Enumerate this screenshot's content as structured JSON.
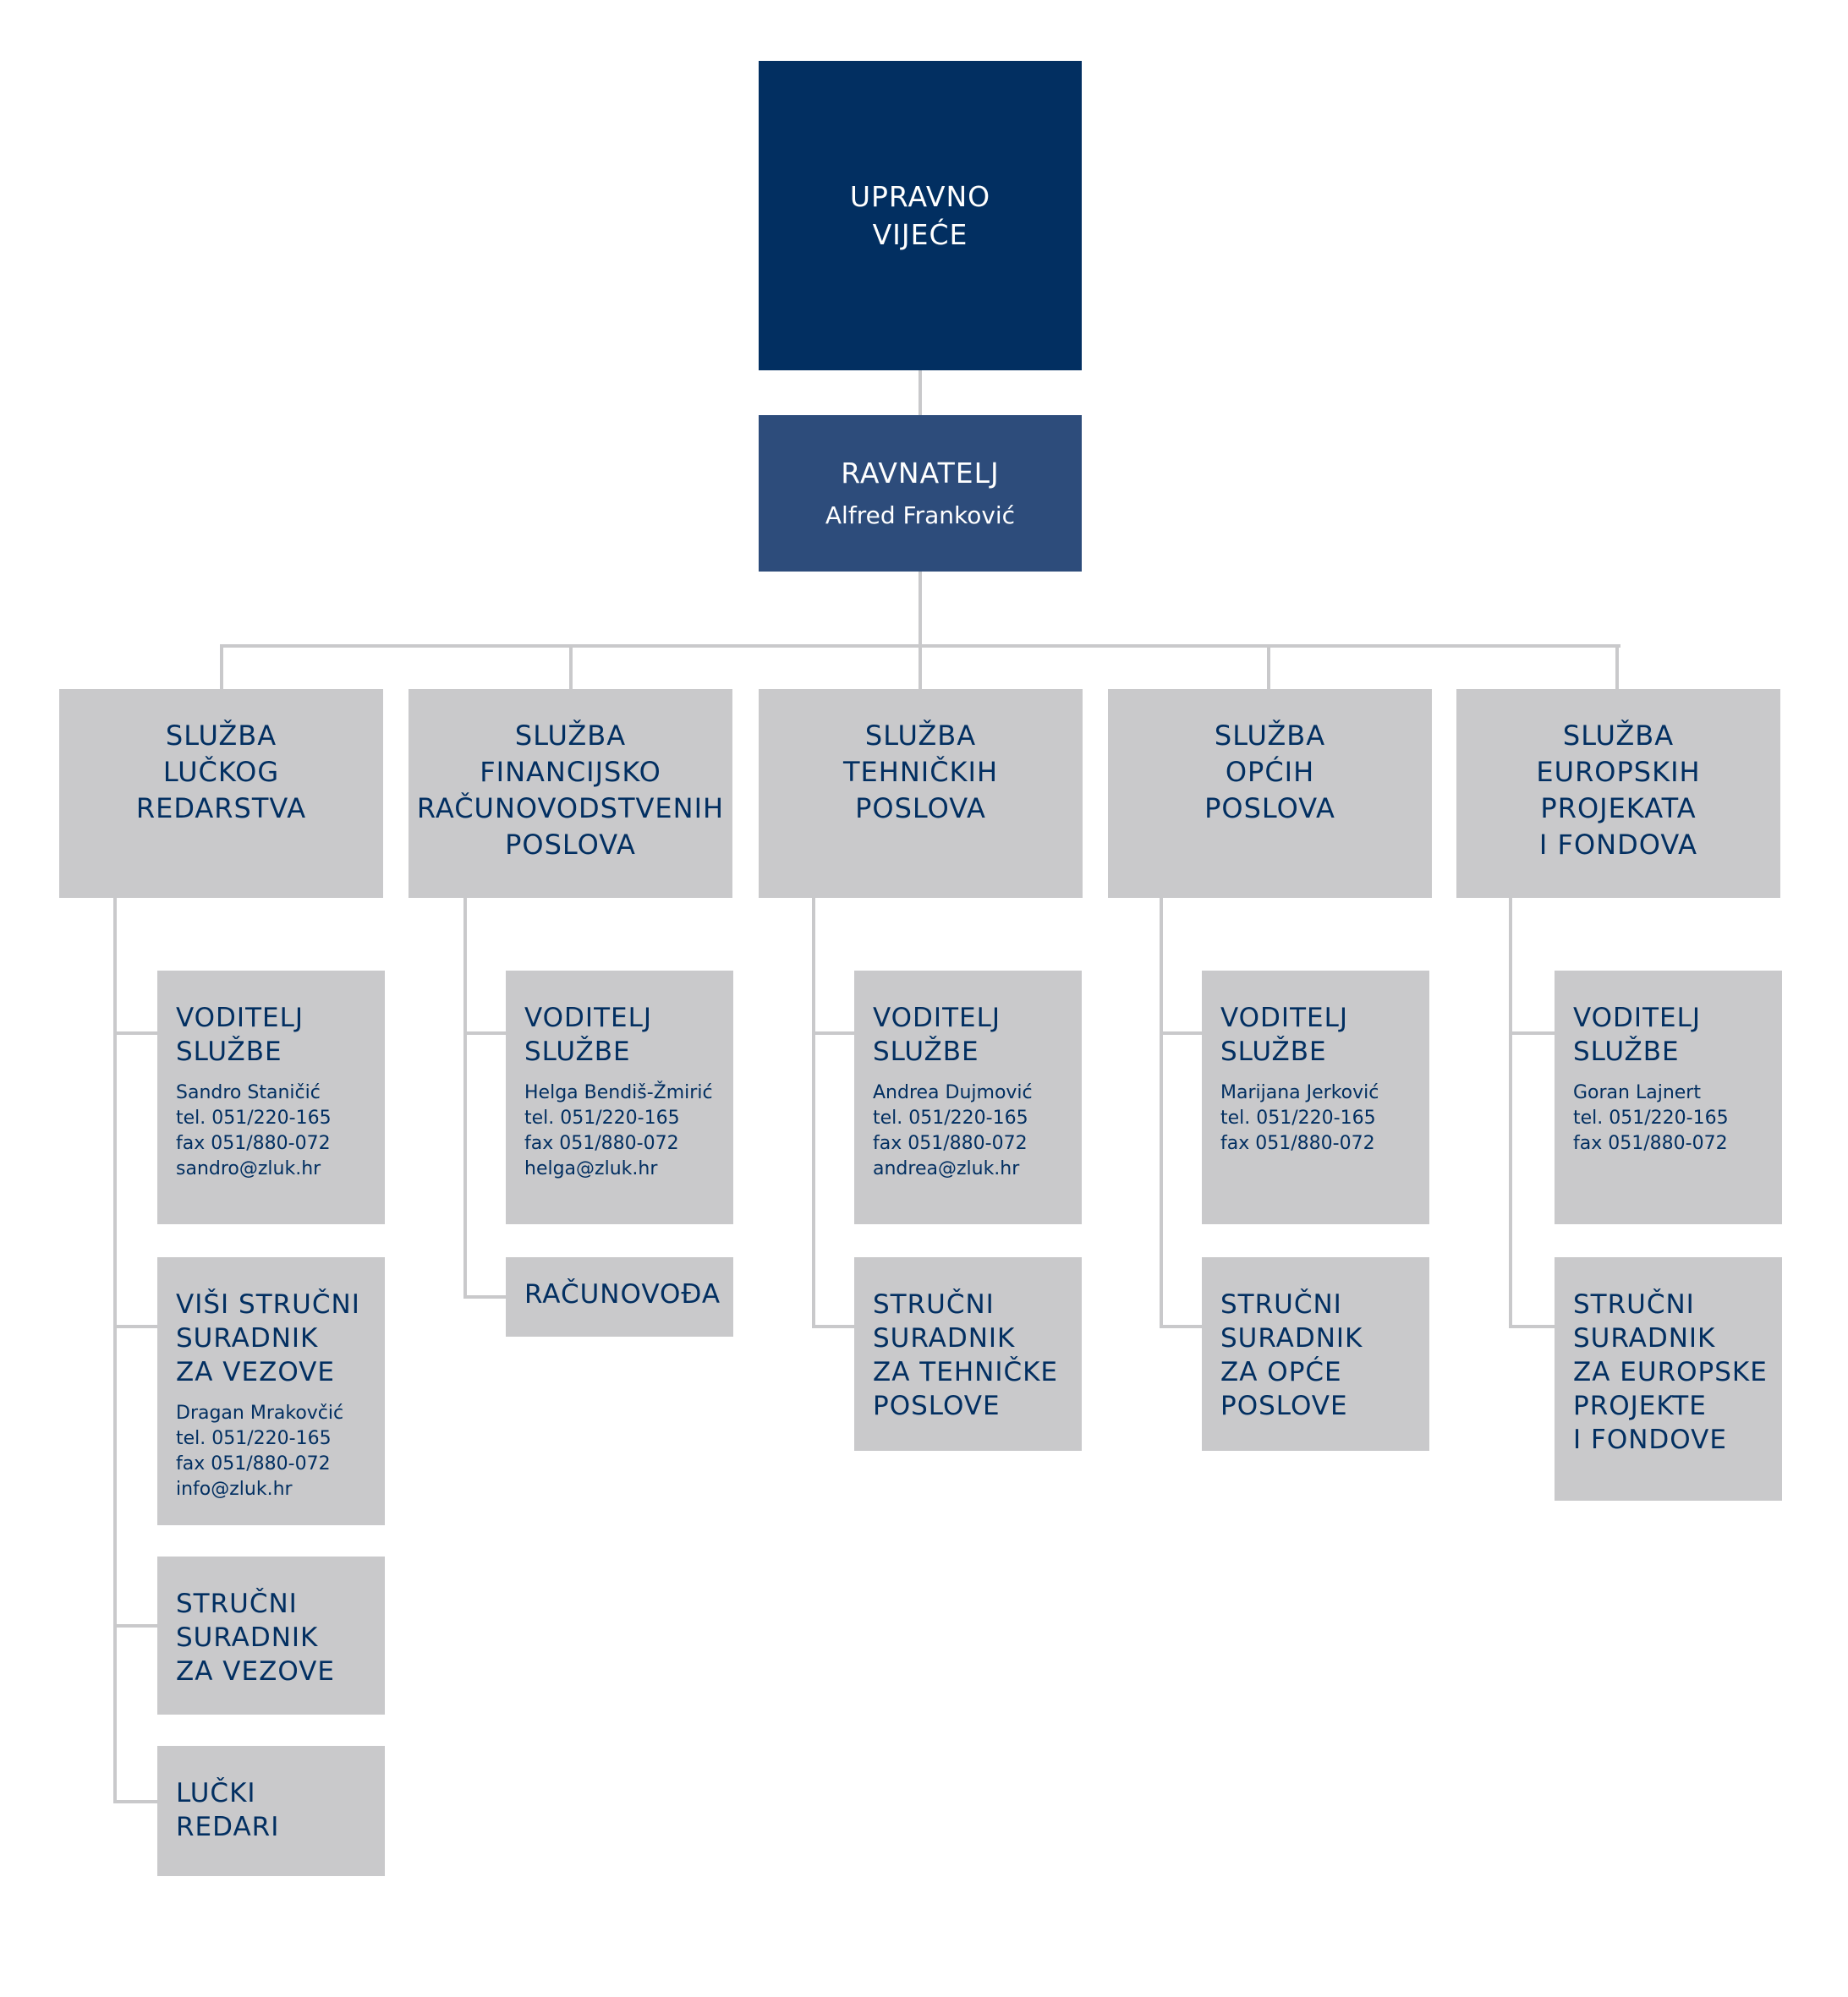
{
  "top": {
    "title": [
      "UPRAVNO",
      "VIJEĆE"
    ]
  },
  "director": {
    "title": "RAVNATELJ",
    "name": "Alfred Franković"
  },
  "departments": [
    {
      "title": [
        "SLUŽBA",
        "LUČKOG",
        "REDARSTVA"
      ],
      "roles": [
        {
          "title": [
            "VODITELJ",
            "SLUŽBE"
          ],
          "info": [
            "Sandro Staničić",
            "tel. 051/220-165",
            "fax 051/880-072",
            "sandro@zluk.hr"
          ]
        },
        {
          "title": [
            "VIŠI STRUČNI",
            "SURADNIK",
            "ZA VEZOVE"
          ],
          "info": [
            "Dragan Mrakovčić",
            "tel. 051/220-165",
            "fax 051/880-072",
            "info@zluk.hr"
          ]
        },
        {
          "title": [
            "STRUČNI",
            "SURADNIK",
            "ZA VEZOVE"
          ],
          "info": []
        },
        {
          "title": [
            "LUČKI",
            "REDARI"
          ],
          "info": []
        }
      ]
    },
    {
      "title": [
        "SLUŽBA",
        "FINANCIJSKO",
        "RAČUNOVODSTVENIH",
        "POSLOVA"
      ],
      "roles": [
        {
          "title": [
            "VODITELJ",
            "SLUŽBE"
          ],
          "info": [
            "Helga Bendiš-Žmirić",
            "tel. 051/220-165",
            "fax 051/880-072",
            "helga@zluk.hr"
          ]
        },
        {
          "title": [
            "RAČUNOVOĐA"
          ],
          "info": []
        }
      ]
    },
    {
      "title": [
        "SLUŽBA",
        "TEHNIČKIH",
        "POSLOVA"
      ],
      "roles": [
        {
          "title": [
            "VODITELJ",
            "SLUŽBE"
          ],
          "info": [
            "Andrea Dujmović",
            "tel. 051/220-165",
            "fax 051/880-072",
            "andrea@zluk.hr"
          ]
        },
        {
          "title": [
            "STRUČNI",
            "SURADNIK",
            "ZA TEHNIČKE",
            "POSLOVE"
          ],
          "info": []
        }
      ]
    },
    {
      "title": [
        "SLUŽBA",
        "OPĆIH",
        "POSLOVA"
      ],
      "roles": [
        {
          "title": [
            "VODITELJ",
            "SLUŽBE"
          ],
          "info": [
            "Marijana Jerković",
            "tel. 051/220-165",
            "fax 051/880-072"
          ]
        },
        {
          "title": [
            "STRUČNI",
            "SURADNIK",
            "ZA OPĆE",
            "POSLOVE"
          ],
          "info": []
        }
      ]
    },
    {
      "title": [
        "SLUŽBA",
        "EUROPSKIH",
        "PROJEKATA",
        "I FONDOVA"
      ],
      "roles": [
        {
          "title": [
            "VODITELJ",
            "SLUŽBE"
          ],
          "info": [
            "Goran Lajnert",
            "tel. 051/220-165",
            "fax 051/880-072"
          ]
        },
        {
          "title": [
            "STRUČNI",
            "SURADNIK",
            "ZA EUROPSKE",
            "PROJEKTE",
            "I FONDOVE"
          ],
          "info": []
        }
      ]
    }
  ],
  "colors": {
    "top_box": "#022f61",
    "director_box": "#2d4c7b",
    "grey_box": "#c9c9cb",
    "dark_text": "#022f61",
    "connector": "#c9c9cb"
  }
}
